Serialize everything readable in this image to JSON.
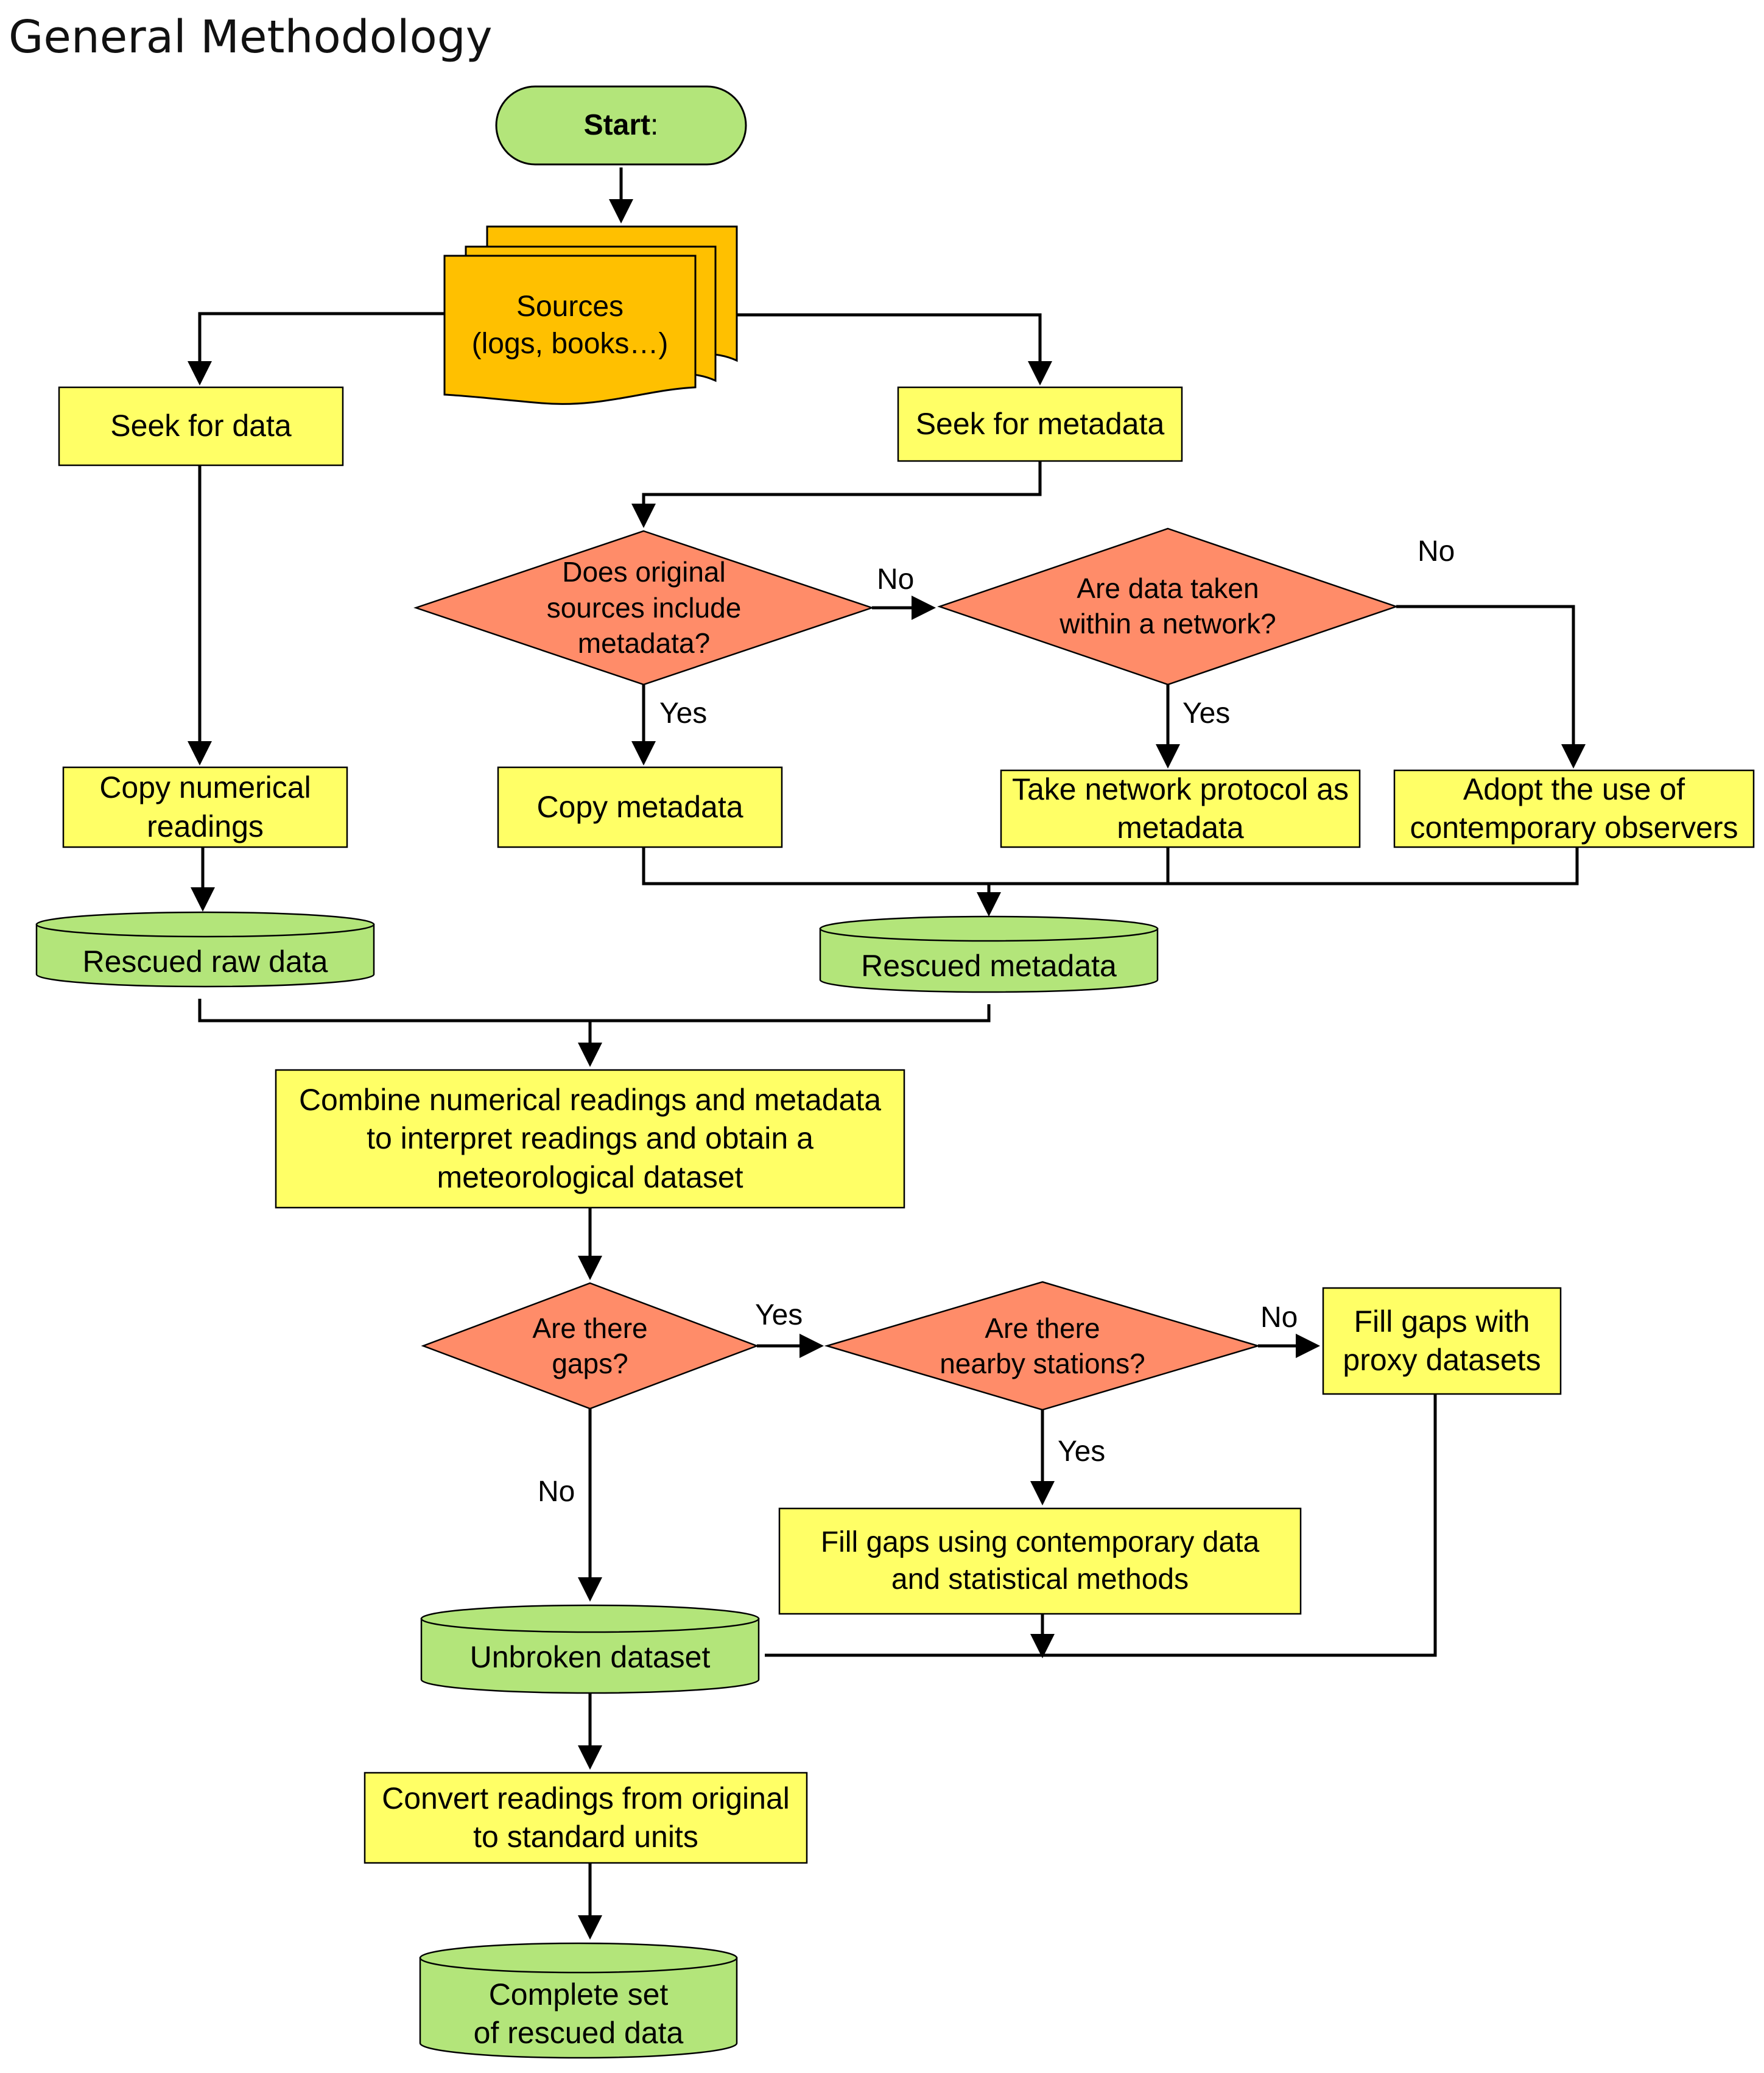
{
  "title": "General Methodology",
  "colors": {
    "process": "#ffff66",
    "decision": "#ff8c69",
    "storage": "#b3e57a",
    "terminal": "#b3e57a",
    "document": "#ffc000",
    "line": "#000000"
  },
  "nodes": {
    "start": {
      "label_bold": "Start",
      "label_rest": ":"
    },
    "sources": {
      "label": "Sources\n(logs, books…)"
    },
    "seek_data": {
      "label": "Seek for data"
    },
    "seek_metadata": {
      "label": "Seek for metadata"
    },
    "q_original": {
      "label": "Does original\nsources include\nmetadata?"
    },
    "q_network": {
      "label": "Are data taken\nwithin a network?"
    },
    "copy_numerical": {
      "label": "Copy numerical\nreadings"
    },
    "copy_metadata": {
      "label": "Copy metadata"
    },
    "network_protocol": {
      "label": "Take network protocol as\nmetadata"
    },
    "contemporary_observers": {
      "label": "Adopt the use of\ncontemporary observers"
    },
    "rescued_raw": {
      "label": "Rescued raw data"
    },
    "rescued_metadata": {
      "label": "Rescued metadata"
    },
    "combine": {
      "label": "Combine numerical readings and metadata\nto interpret readings and obtain a\nmeteorological dataset"
    },
    "q_gaps": {
      "label": "Are there\ngaps?"
    },
    "q_nearby": {
      "label": "Are there\nnearby stations?"
    },
    "fill_proxy": {
      "label": "Fill gaps with\nproxy datasets"
    },
    "fill_contemporary": {
      "label": "Fill gaps using contemporary data\nand statistical methods"
    },
    "unbroken": {
      "label": "Unbroken dataset"
    },
    "convert": {
      "label": "Convert readings from original\nto standard units"
    },
    "complete": {
      "label": "Complete set\nof rescued data"
    }
  },
  "edge_labels": {
    "original_no": "No",
    "original_yes": "Yes",
    "network_yes": "Yes",
    "network_no": "No",
    "gaps_yes": "Yes",
    "gaps_no": "No",
    "nearby_no": "No",
    "nearby_yes": "Yes"
  }
}
